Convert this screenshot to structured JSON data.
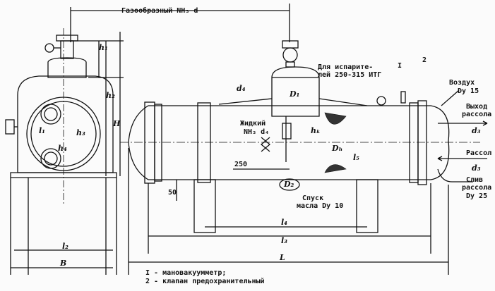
{
  "top_label": "Газообразный NH₃ d",
  "end_view": {
    "h1": "h₁",
    "h2": "h₂",
    "H": "H",
    "l1": "l₁",
    "h3": "h₃",
    "h4": "h₄",
    "l2": "l₂",
    "B": "B"
  },
  "main_view": {
    "evaporator_note": [
      "Для испарите-",
      "лей 250-315 ИТГ"
    ],
    "callout_1": "I",
    "callout_2": "2",
    "air": [
      "Воздух",
      "Dy 15"
    ],
    "brine_out": [
      "Выход",
      "рассола"
    ],
    "brine_out_d": "d₃",
    "brine_in": "Рассол",
    "brine_in_d": "d₃",
    "brine_drain": [
      "Слив",
      "рассола",
      "Dy 25"
    ],
    "liquid": [
      "Жидкий",
      "NH₃ d₄"
    ],
    "d4": "d₄",
    "D1": "D₁",
    "D2": "D₂",
    "Dh": "Dₕ",
    "dim_250": "250",
    "dim_50": "50",
    "hk": "hₖ",
    "l5": "l₅",
    "oil_drain": [
      "Спуск",
      "масла Dy 10"
    ],
    "l4": "l₄",
    "l3": "l₃",
    "L": "L"
  },
  "legend": [
    "I - мановакуумметр;",
    "2 - клапан предохранительный"
  ]
}
